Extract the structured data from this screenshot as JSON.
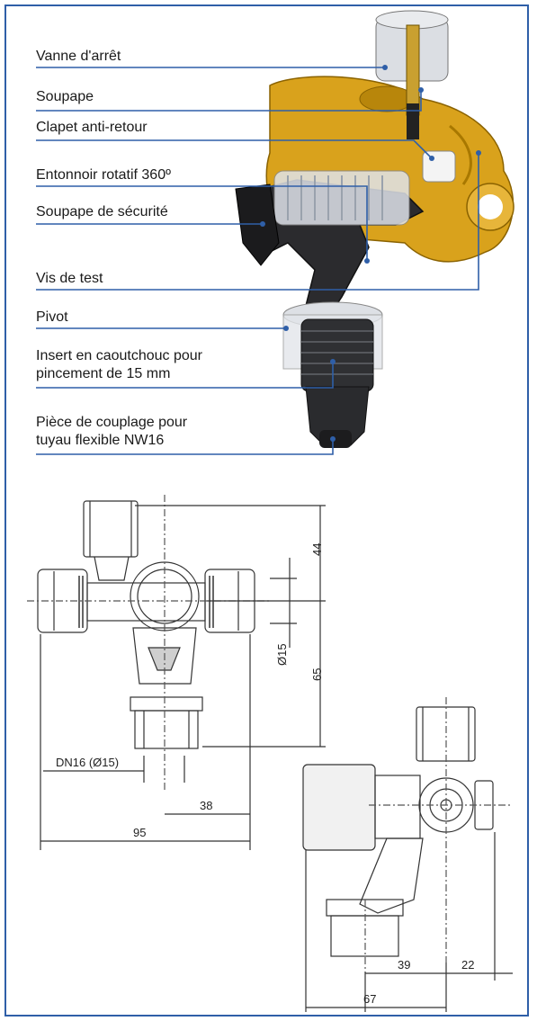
{
  "callouts": [
    {
      "text": "Vanne d'arrêt"
    },
    {
      "text": "Soupape"
    },
    {
      "text": "Clapet anti-retour"
    },
    {
      "text": "Entonnoir rotatif 360º"
    },
    {
      "text": "Soupape de sécurité"
    },
    {
      "text": "Vis de test"
    },
    {
      "text": "Pivot"
    },
    {
      "text": "Insert en caoutchouc pour",
      "text2": "pincement de 15 mm"
    },
    {
      "text": "Pièce de couplage pour",
      "text2": "tuyau flexible NW16"
    }
  ],
  "drawing_front": {
    "dim_top": "44",
    "dim_mid": "65",
    "dim_dia": "Ø15",
    "dim_dn": "DN16 (Ø15)",
    "dim_38": "38",
    "dim_95": "95"
  },
  "drawing_side": {
    "dim_39": "39",
    "dim_22": "22",
    "dim_67": "67"
  },
  "colors": {
    "frame": "#2f5fa8",
    "leader": "#2f5fa8",
    "brass": "#d9a21c",
    "dark_part": "#2b2b2e"
  }
}
